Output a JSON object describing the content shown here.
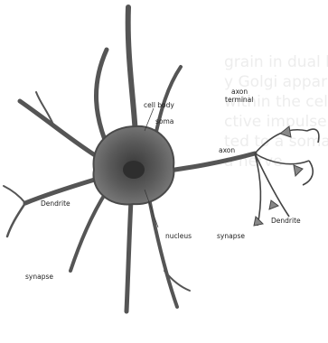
{
  "labels": {
    "cell_body": "cell body",
    "soma": "soma",
    "axon": "axon",
    "axon_terminal_1": "axon",
    "axon_terminal_2": "terminal",
    "dendrite": "Dendrite",
    "nucleus": "nucleus",
    "synapse_left": "synapse",
    "synapse_right": "synapse",
    "dendrite_right": "Dendrite"
  },
  "colors": {
    "membrane": "#4a4a4a",
    "cytoplasm": "#6e6e6e",
    "soma_shade": "#555555",
    "nucleus": "#2e2e2e"
  }
}
